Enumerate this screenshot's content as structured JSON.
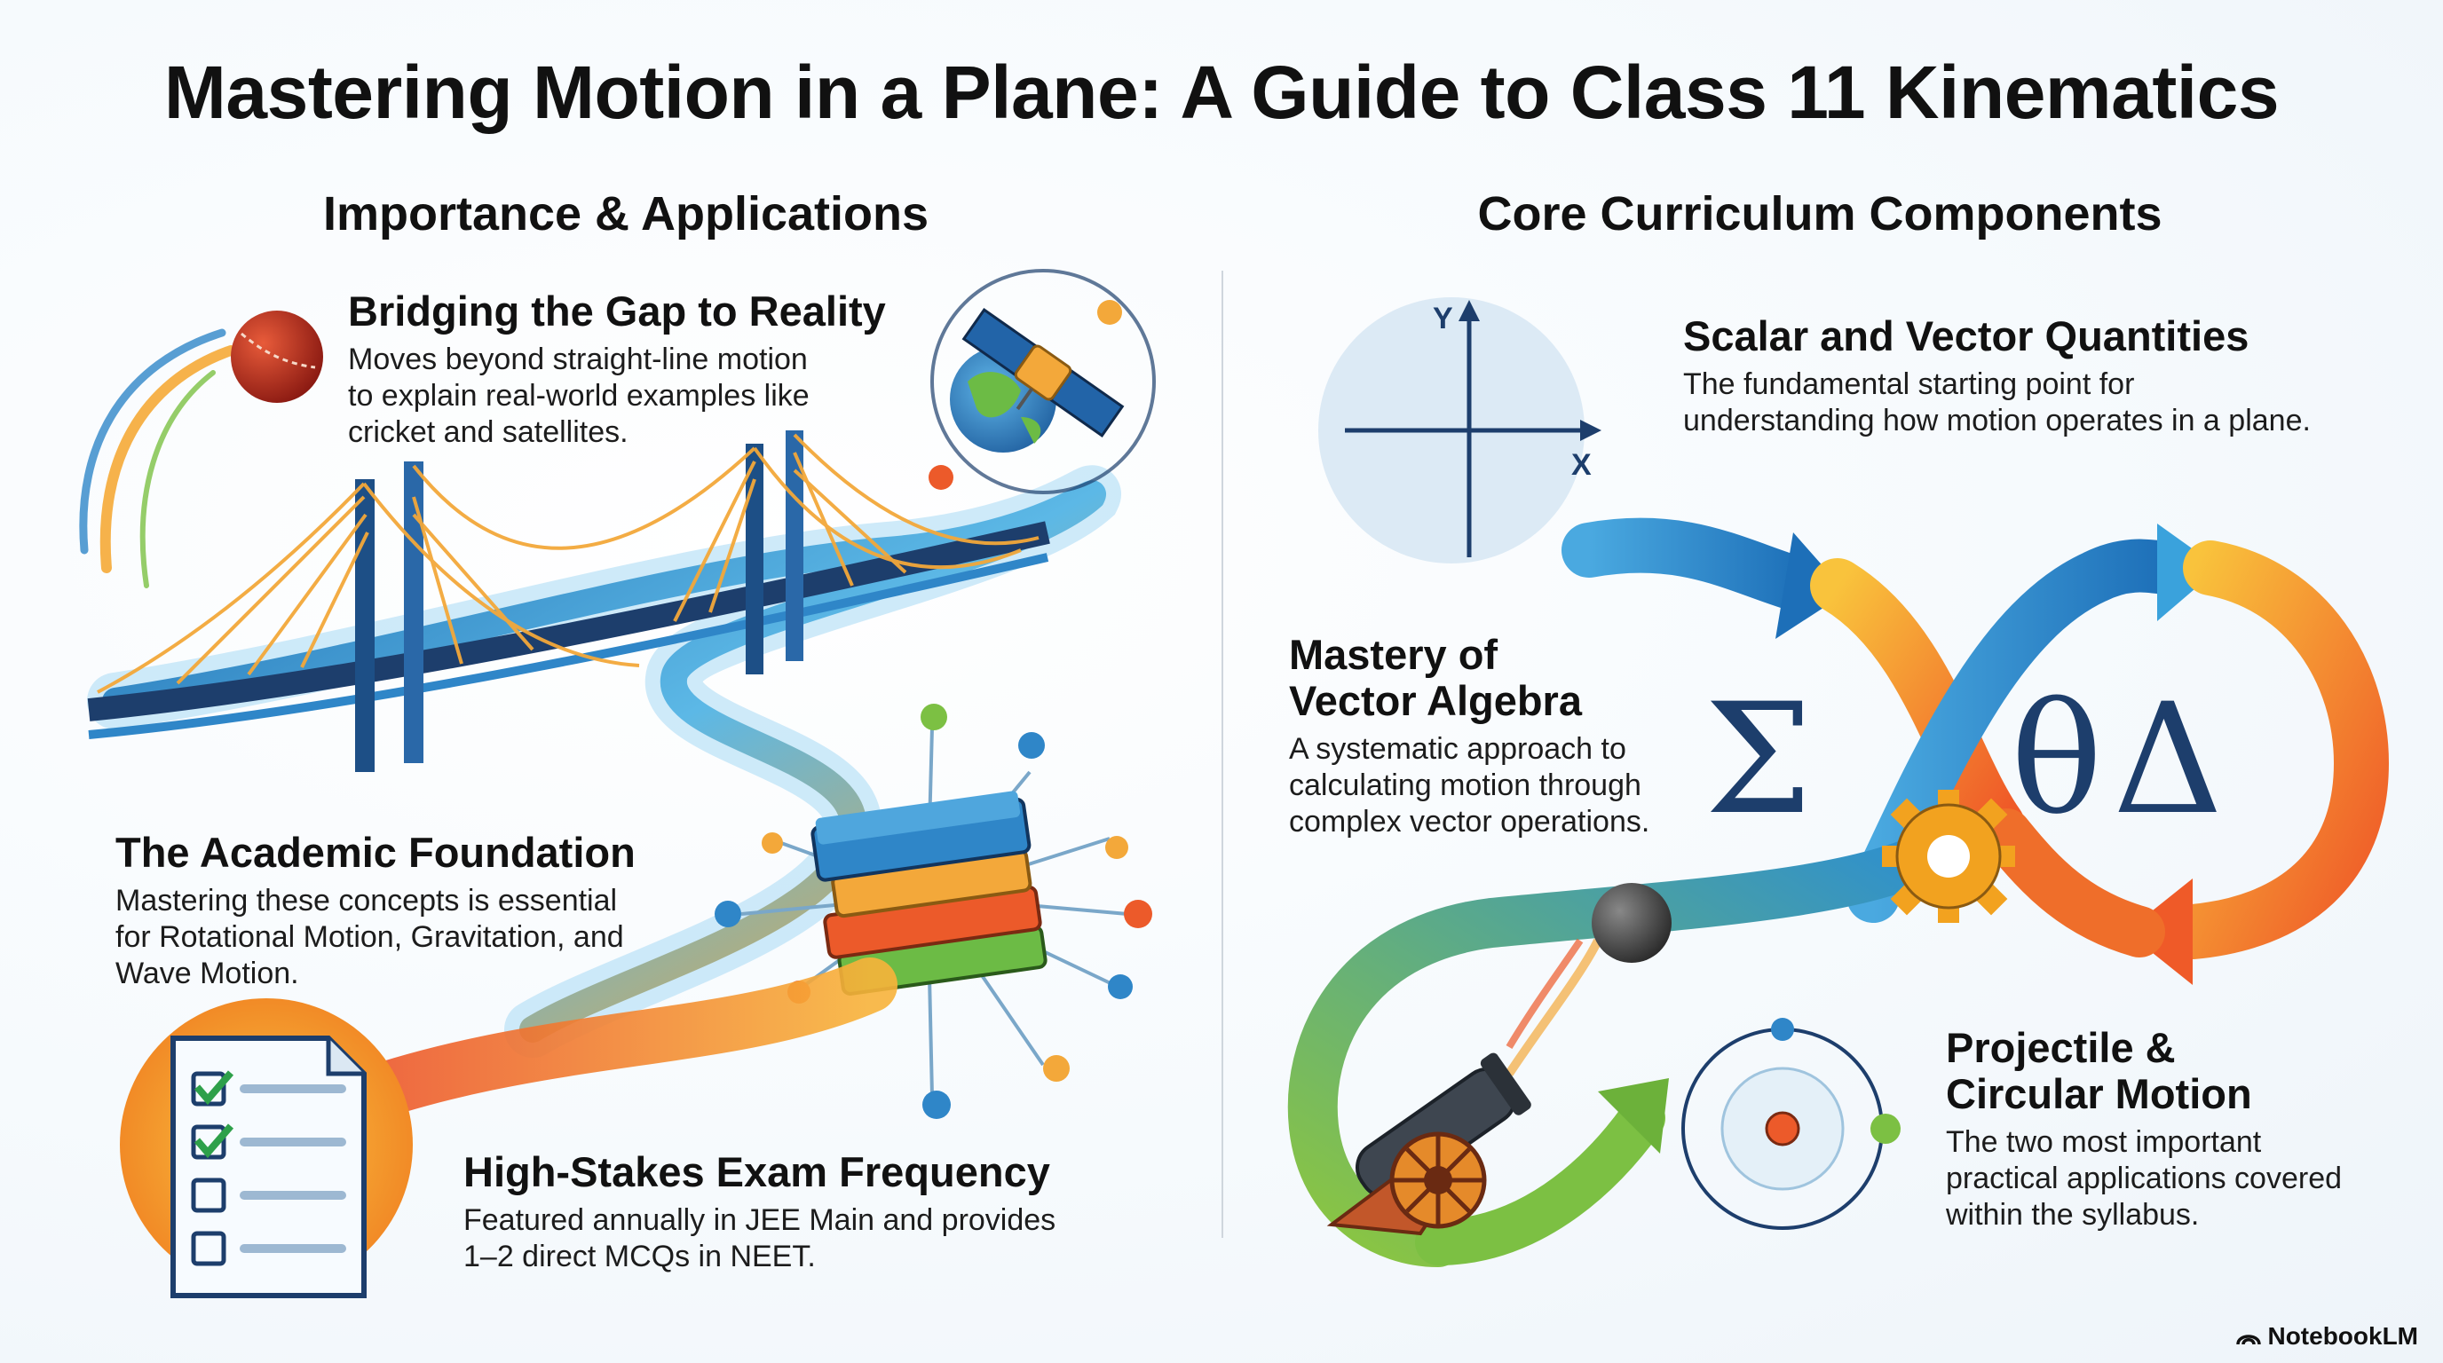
{
  "title": "Mastering Motion in a Plane: A Guide to Class 11 Kinematics",
  "left_section": {
    "heading": "Importance & Applications",
    "items": [
      {
        "title": "Bridging the Gap to Reality",
        "lines": [
          "Moves beyond straight-line motion",
          "to  explain real-world examples like",
          "cricket and satellites."
        ],
        "icon": "bridge-road-icon"
      },
      {
        "title": "The Academic Foundation",
        "lines": [
          "Mastering these concepts is essential",
          "for Rotational Motion, Gravitation, and",
          "Wave Motion."
        ],
        "icon": "books-stack-icon"
      },
      {
        "title": "High-Stakes Exam Frequency",
        "lines": [
          "Featured annually in JEE Main and provides",
          "1–2 direct MCQs in NEET."
        ],
        "icon": "checklist-icon"
      }
    ]
  },
  "right_section": {
    "heading": "Core Curriculum Components",
    "axes": {
      "y": "Y",
      "x": "X"
    },
    "symbols": {
      "sigma": "Σ",
      "theta": "θ",
      "delta": "Δ"
    },
    "items": [
      {
        "title": "Scalar and Vector Quantities",
        "lines": [
          "The fundamental starting point for",
          "understanding how motion operates in a plane."
        ],
        "icon": "axes-icon"
      },
      {
        "title_lines": [
          "Mastery of",
          "Vector Algebra"
        ],
        "lines": [
          "A systematic approach to",
          "calculating motion through",
          "complex vector operations."
        ],
        "icon": "infinity-arrows-icon"
      },
      {
        "title_lines": [
          "Projectile &",
          "Circular Motion"
        ],
        "lines": [
          "The two most important",
          "practical applications covered",
          "within the syllabus."
        ],
        "icon": "cannon-orbit-icon"
      }
    ]
  },
  "footer": {
    "brand": "NotebookLM"
  },
  "colors": {
    "blue": "#2f86c8",
    "orange": "#f39a2a",
    "red_orange": "#ec5a2a",
    "green": "#7cc043",
    "navy": "#1d3e6c"
  }
}
